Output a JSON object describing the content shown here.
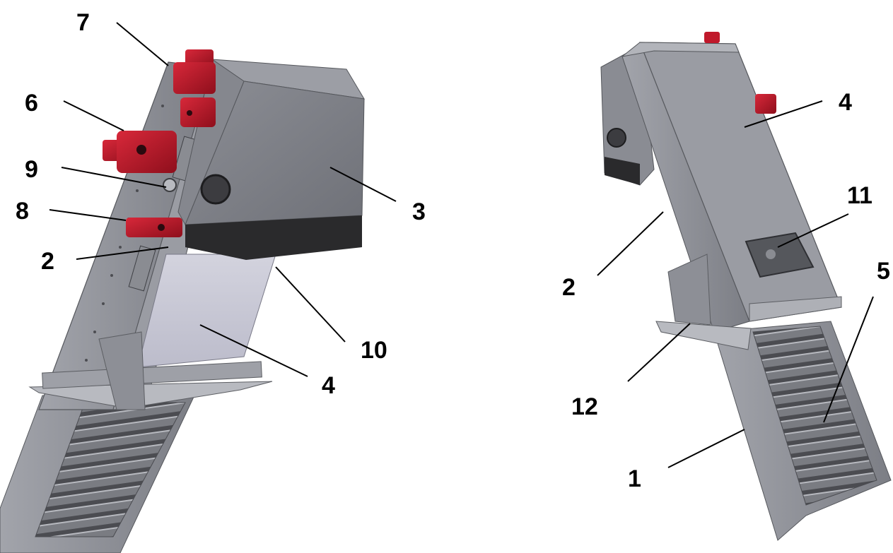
{
  "left_view": {
    "callouts": [
      "7",
      "6",
      "9",
      "8",
      "2",
      "3",
      "10",
      "4"
    ]
  },
  "right_view": {
    "callouts": [
      "4",
      "11",
      "2",
      "5",
      "12",
      "1"
    ]
  },
  "colors": {
    "frame_gray": "#8f9198",
    "panel_gray": "#7d7f86",
    "dark_band": "#2b2b2d",
    "motor_red": "#c0192b",
    "lavender_panel": "#c9c9d6",
    "background": "#ffffff"
  }
}
